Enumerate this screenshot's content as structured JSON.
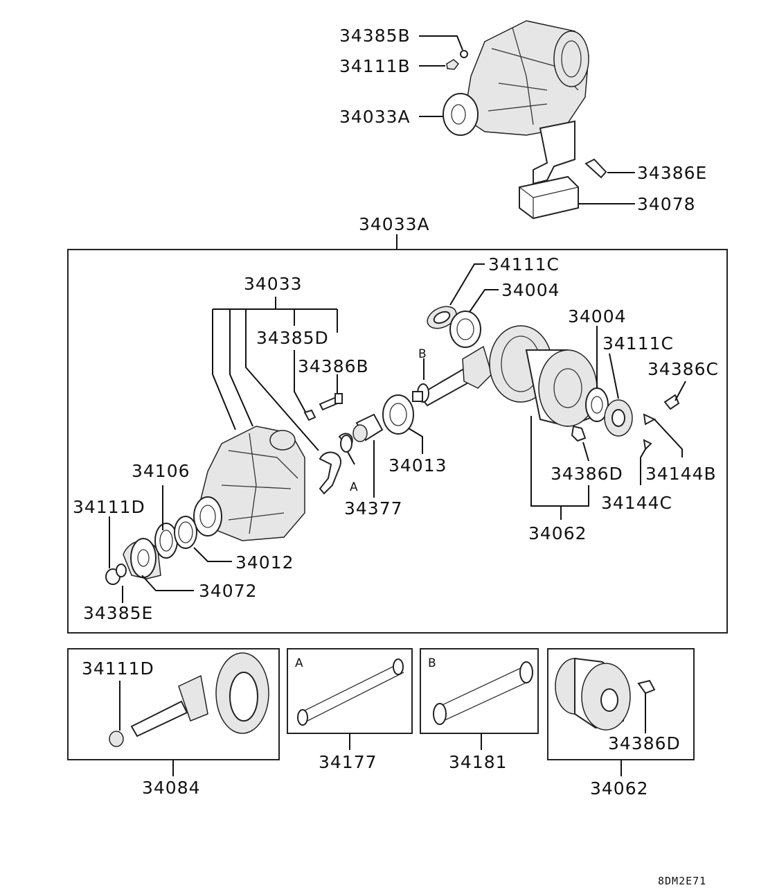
{
  "diagram": {
    "code": "8DM2E71",
    "top_assembly": {
      "labels": {
        "l1": "34385B",
        "l2": "34111B",
        "l3": "34033A",
        "l4": "34386E",
        "l5": "34078"
      }
    },
    "main_box": {
      "title": "34033A",
      "labels": {
        "carrier_group": "34033",
        "l34385D": "34385D",
        "l34386B": "34386B",
        "l34106": "34106",
        "l34111D": "34111D",
        "l34012": "34012",
        "l34072": "34072",
        "l34385E": "34385E",
        "markA": "A",
        "l34377": "34377",
        "markB": "B",
        "l34013": "34013",
        "l34111C_top": "34111C",
        "l34004_top": "34004",
        "l34004_right": "34004",
        "l34111C_right": "34111C",
        "l34386C": "34386C",
        "l34386D": "34386D",
        "l34144B": "34144B",
        "l34144C": "34144C",
        "l34062": "34062"
      }
    },
    "bottom_boxes": {
      "gear_set": {
        "inner_label": "34111D",
        "part_no": "34084"
      },
      "shim_set_a": {
        "tag": "A",
        "part_no": "34177"
      },
      "shim_set_b": {
        "tag": "B",
        "part_no": "34181"
      },
      "case_assy": {
        "inner_label": "34386D",
        "part_no": "34062"
      }
    }
  }
}
